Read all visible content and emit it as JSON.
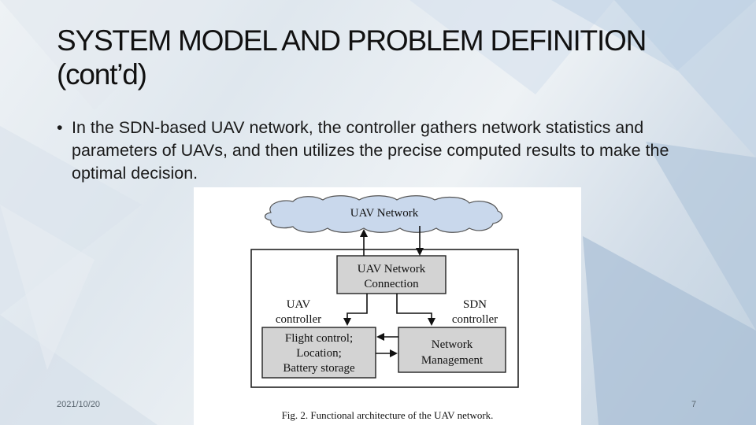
{
  "slide": {
    "title": "SYSTEM MODEL AND PROBLEM DEFINITION\n(cont’d)",
    "bullet_marker": "•",
    "bullet_text": "In the SDN-based UAV network, the controller gathers network statistics and parameters of UAVs, and then utilizes the precise computed results to make the optimal decision.",
    "footer_date": "2021/10/20",
    "page_number": "7"
  },
  "diagram": {
    "cloud_label": "UAV Network",
    "connection_box_line1": "UAV Network",
    "connection_box_line2": "Connection",
    "uav_controller_line1": "UAV",
    "uav_controller_line2": "controller",
    "sdn_controller_line1": "SDN",
    "sdn_controller_line2": "controller",
    "flight_box_line1": "Flight control;",
    "flight_box_line2": "Location;",
    "flight_box_line3": "Battery storage",
    "network_box_line1": "Network",
    "network_box_line2": "Management",
    "caption": "Fig. 2.  Functional architecture of the UAV network."
  },
  "colors": {
    "cloud_fill": "#c9d8ec",
    "box_fill": "#d3d3d3",
    "stroke": "#222222"
  }
}
